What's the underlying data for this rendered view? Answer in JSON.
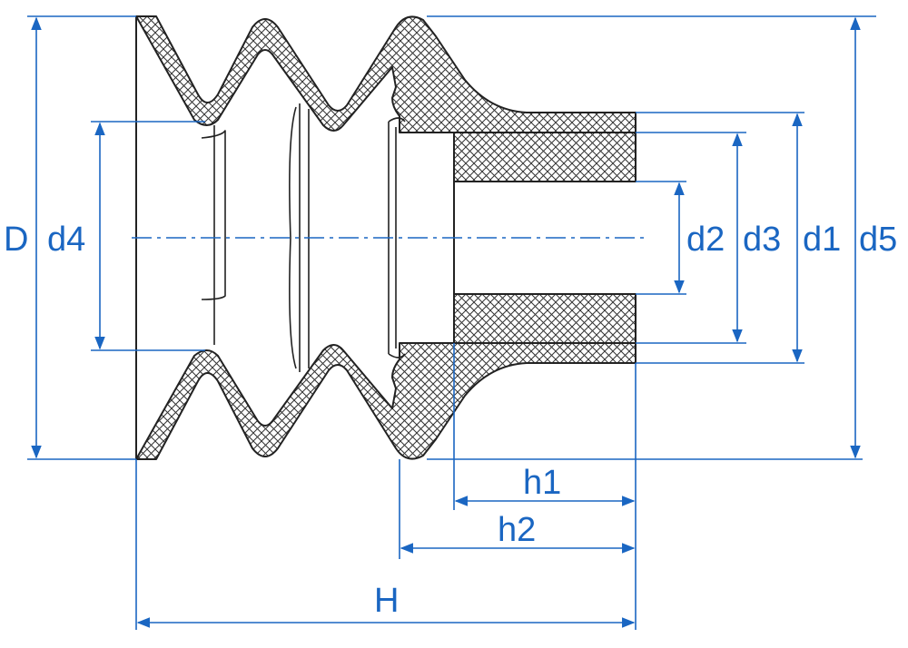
{
  "labels": {
    "D": "D",
    "d4": "d4",
    "d2": "d2",
    "d3": "d3",
    "d1": "d1",
    "d5": "d5",
    "h1": "h1",
    "h2": "h2",
    "H": "H"
  },
  "colors": {
    "dimension": "#1a66c2",
    "outline": "#222222",
    "hatch": "#333333",
    "background": "#ffffff"
  }
}
